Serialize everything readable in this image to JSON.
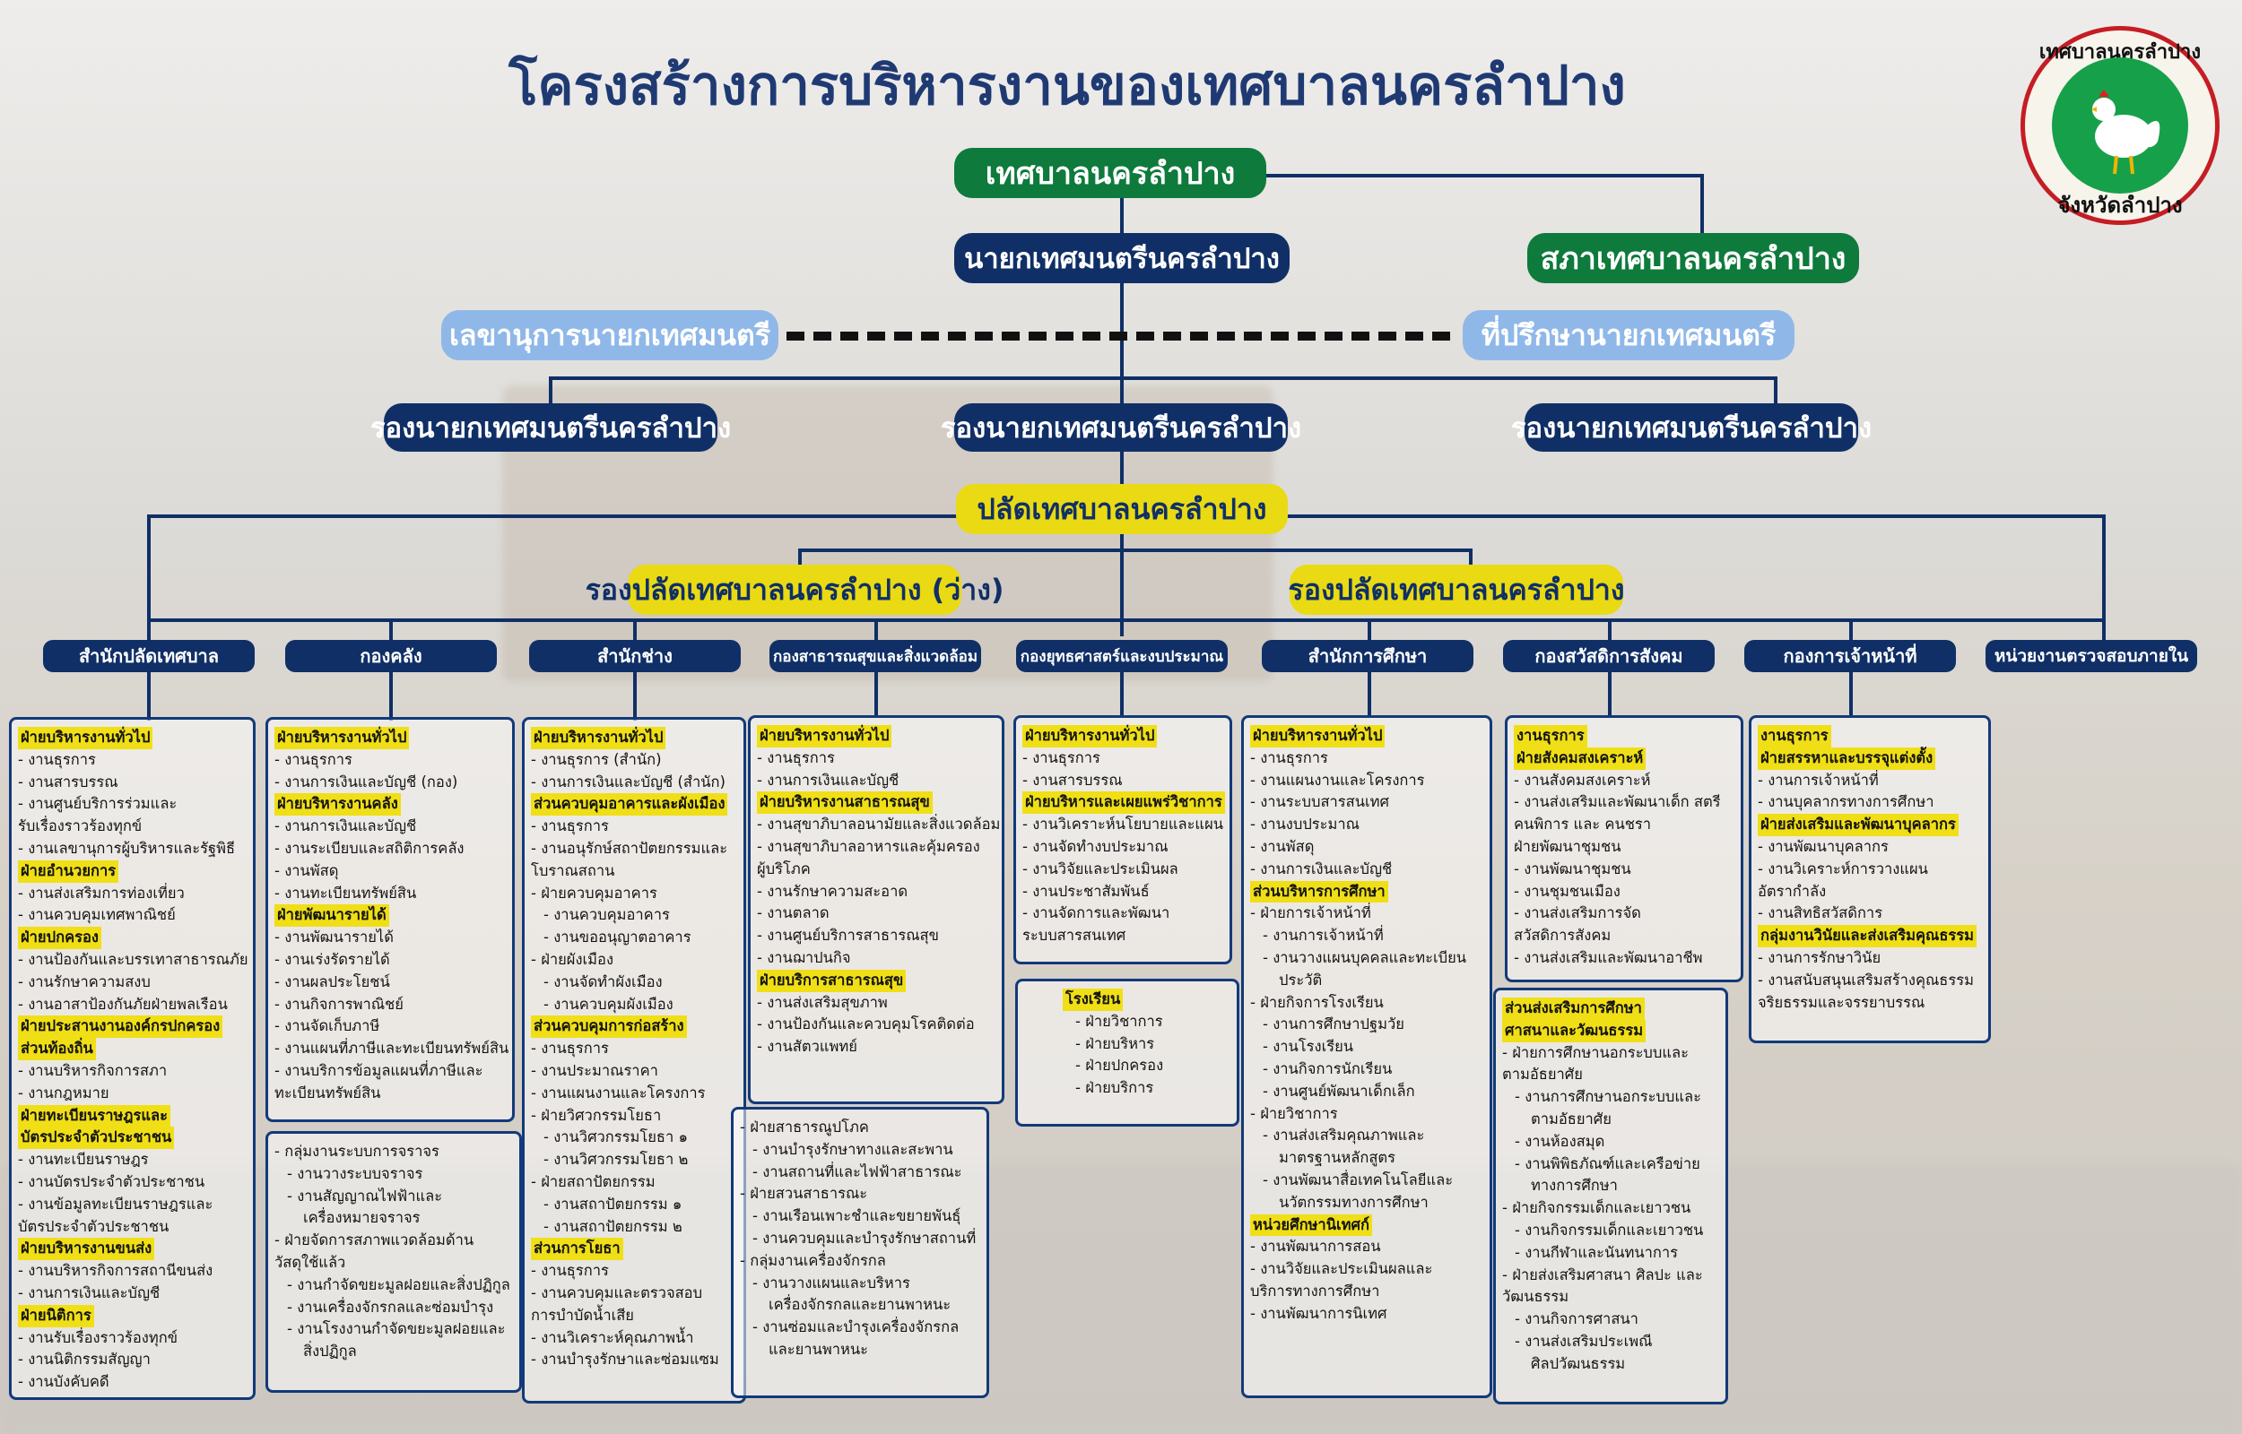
{
  "title": "โครงสร้างการบริหารงานของเทศบาลนครลำปาง",
  "logo": {
    "top_text": "เทศบาลนครลำปาง",
    "bottom_text": "จังหวัดลำปาง"
  },
  "top": {
    "municipality": "เทศบาลนครลำปาง",
    "mayor": "นายกเทศมนตรีนครลำปาง",
    "council": "สภาเทศบาลนครลำปาง",
    "secretary": "เลขานุการนายกเทศมนตรี",
    "advisor": "ที่ปรึกษานายกเทศมนตรี",
    "deputy_left": "รองนายกเทศมนตรีนครลำปาง",
    "deputy_mid": "รองนายกเทศมนตรีนครลำปาง",
    "deputy_right": "รองนายกเทศมนตรีนครลำปาง",
    "clerk": "ปลัดเทศบาลนครลำปาง",
    "deputy_clerk_left": "รองปลัดเทศบาลนครลำปาง (ว่าง)",
    "deputy_clerk_right": "รองปลัดเทศบาลนครลำปาง"
  },
  "departments": [
    "สำนักปลัดเทศบาล",
    "กองคลัง",
    "สำนักช่าง",
    "กองสาธารณสุขและสิ่งแวดล้อม",
    "กองยุทธศาสตร์และงบประมาณ",
    "สำนักการศึกษา",
    "กองสวัสดิการสังคม",
    "กองการเจ้าหน้าที่",
    "หน่วยงานตรวจสอบภายใน"
  ],
  "boxes": {
    "clerk_office": [
      {
        "t": "ฝ่ายบริหารงานทั่วไป",
        "h": 1
      },
      {
        "t": "- งานธุรการ"
      },
      {
        "t": "- งานสารบรรณ"
      },
      {
        "t": "- งานศูนย์บริการร่วมและ"
      },
      {
        "t": "  รับเรื่องราวร้องทุกข์"
      },
      {
        "t": "- งานเลขานุการผู้บริหารและรัฐพิธี"
      },
      {
        "t": "ฝ่ายอำนวยการ",
        "h": 1
      },
      {
        "t": "- งานส่งเสริมการท่องเที่ยว"
      },
      {
        "t": "- งานควบคุมเทศพาณิชย์"
      },
      {
        "t": "ฝ่ายปกครอง",
        "h": 1
      },
      {
        "t": "- งานป้องกันและบรรเทาสาธารณภัย"
      },
      {
        "t": "- งานรักษาความสงบ"
      },
      {
        "t": "- งานอาสาป้องกันภัยฝ่ายพลเรือน"
      },
      {
        "t": "ฝ่ายประสานงานองค์กรปกครอง",
        "h": 1
      },
      {
        "t": "ส่วนท้องถิ่น",
        "h": 1
      },
      {
        "t": "- งานบริหารกิจการสภา"
      },
      {
        "t": "- งานกฎหมาย"
      },
      {
        "t": "ฝ่ายทะเบียนราษฎรและ",
        "h": 1
      },
      {
        "t": "บัตรประจำตัวประชาชน",
        "h": 1
      },
      {
        "t": "- งานทะเบียนราษฎร"
      },
      {
        "t": "- งานบัตรประจำตัวประชาชน"
      },
      {
        "t": "- งานข้อมูลทะเบียนราษฎรและ"
      },
      {
        "t": "  บัตรประจำตัวประชาชน"
      },
      {
        "t": "ฝ่ายบริหารงานขนส่ง",
        "h": 1
      },
      {
        "t": "- งานบริหารกิจการสถานีขนส่ง"
      },
      {
        "t": "- งานการเงินและบัญชี"
      },
      {
        "t": "ฝ่ายนิติการ",
        "h": 1
      },
      {
        "t": "- งานรับเรื่องราวร้องทุกข์"
      },
      {
        "t": "- งานนิติกรรมสัญญา"
      },
      {
        "t": "- งานบังคับคดี"
      }
    ],
    "finance": [
      {
        "t": "ฝ่ายบริหารงานทั่วไป",
        "h": 1
      },
      {
        "t": "- งานธุรการ"
      },
      {
        "t": "- งานการเงินและบัญชี (กอง)"
      },
      {
        "t": "ฝ่ายบริหารงานคลัง",
        "h": 1
      },
      {
        "t": "- งานการเงินและบัญชี"
      },
      {
        "t": "- งานระเบียบและสถิติการคลัง"
      },
      {
        "t": "- งานพัสดุ"
      },
      {
        "t": "- งานทะเบียนทรัพย์สิน"
      },
      {
        "t": "ฝ่ายพัฒนารายได้",
        "h": 1
      },
      {
        "t": "- งานพัฒนารายได้"
      },
      {
        "t": "- งานเร่งรัดรายได้"
      },
      {
        "t": "- งานผลประโยชน์"
      },
      {
        "t": "- งานกิจการพาณิชย์"
      },
      {
        "t": "- งานจัดเก็บภาษี"
      },
      {
        "t": "- งานแผนที่ภาษีและทะเบียนทรัพย์สิน"
      },
      {
        "t": "- งานบริการข้อมูลแผนที่ภาษีและ"
      },
      {
        "t": "  ทะเบียนทรัพย์สิน"
      }
    ],
    "public_works": [
      {
        "t": "ฝ่ายบริหารงานทั่วไป",
        "h": 1
      },
      {
        "t": "- งานธุรการ (สำนัก)"
      },
      {
        "t": "- งานการเงินและบัญชี (สำนัก)"
      },
      {
        "t": "ส่วนควบคุมอาคารและผังเมือง",
        "h": 1
      },
      {
        "t": "- งานธุรการ"
      },
      {
        "t": "- งานอนุรักษ์สถาปัตยกรรมและ"
      },
      {
        "t": "  โบราณสถาน"
      },
      {
        "t": "- ฝ่ายควบคุมอาคาร"
      },
      {
        "t": "  - งานควบคุมอาคาร",
        "c": "in1"
      },
      {
        "t": "  - งานขออนุญาตอาคาร",
        "c": "in1"
      },
      {
        "t": "- ฝ่ายผังเมือง"
      },
      {
        "t": "  - งานจัดทำผังเมือง",
        "c": "in1"
      },
      {
        "t": "  - งานควบคุมผังเมือง",
        "c": "in1"
      },
      {
        "t": "ส่วนควบคุมการก่อสร้าง",
        "h": 1
      },
      {
        "t": "- งานธุรการ"
      },
      {
        "t": "- งานประมาณราคา"
      },
      {
        "t": "- งานแผนงานและโครงการ"
      },
      {
        "t": "- ฝ่ายวิศวกรรมโยธา"
      },
      {
        "t": "  - งานวิศวกรรมโยธา ๑",
        "c": "in1"
      },
      {
        "t": "  - งานวิศวกรรมโยธา ๒",
        "c": "in1"
      },
      {
        "t": "- ฝ่ายสถาปัตยกรรม"
      },
      {
        "t": "  - งานสถาปัตยกรรม ๑",
        "c": "in1"
      },
      {
        "t": "  - งานสถาปัตยกรรม ๒",
        "c": "in1"
      },
      {
        "t": "ส่วนการโยธา",
        "h": 1
      },
      {
        "t": "- งานธุรการ"
      },
      {
        "t": "- งานควบคุมและตรวจสอบ"
      },
      {
        "t": "  การบำบัดน้ำเสีย"
      },
      {
        "t": "- งานวิเคราะห์คุณภาพน้ำ"
      },
      {
        "t": "- งานบำรุงรักษาและซ่อมแซม"
      }
    ],
    "public_works_2": [
      {
        "t": "- ฝ่ายสาธารณูปโภค"
      },
      {
        "t": "  - งานบำรุงรักษาทางและสะพาน",
        "c": "in1"
      },
      {
        "t": "  - งานสถานที่และไฟฟ้าสาธารณะ",
        "c": "in1"
      },
      {
        "t": "- ฝ่ายสวนสาธารณะ"
      },
      {
        "t": "  - งานเรือนเพาะชำและขยายพันธุ์",
        "c": "in1"
      },
      {
        "t": "  - งานควบคุมและบำรุงรักษาสถานที่",
        "c": "in1"
      },
      {
        "t": "- กลุ่มงานเครื่องจักรกล"
      },
      {
        "t": "  - งานวางแผนและบริหาร",
        "c": "in1"
      },
      {
        "t": "    เครื่องจักรกลและยานพาหนะ",
        "c": "in2"
      },
      {
        "t": "  - งานซ่อมและบำรุงเครื่องจักรกล",
        "c": "in1"
      },
      {
        "t": "    และยานพาหนะ",
        "c": "in2"
      }
    ],
    "finance_2": [
      {
        "t": "- กลุ่มงานระบบการจราจร"
      },
      {
        "t": "  - งานวางระบบจราจร",
        "c": "in1"
      },
      {
        "t": "  - งานสัญญาณไฟฟ้าและ",
        "c": "in1"
      },
      {
        "t": "    เครื่องหมายจราจร",
        "c": "in2"
      },
      {
        "t": "- ฝ่ายจัดการสภาพแวดล้อมด้าน"
      },
      {
        "t": "  วัสดุใช้แล้ว"
      },
      {
        "t": "  - งานกำจัดขยะมูลฝอยและสิ่งปฏิกูล",
        "c": "in1"
      },
      {
        "t": "  - งานเครื่องจักรกลและซ่อมบำรุง",
        "c": "in1"
      },
      {
        "t": "  - งานโรงงานกำจัดขยะมูลฝอยและ",
        "c": "in1"
      },
      {
        "t": "    สิ่งปฏิกูล",
        "c": "in2"
      }
    ],
    "health": [
      {
        "t": "ฝ่ายบริหารงานทั่วไป",
        "h": 1
      },
      {
        "t": "- งานธุรการ"
      },
      {
        "t": "- งานการเงินและบัญชี"
      },
      {
        "t": "ฝ่ายบริหารงานสาธารณสุข",
        "h": 1
      },
      {
        "t": "- งานสุขาภิบาลอนามัยและสิ่งแวดล้อม"
      },
      {
        "t": "- งานสุขาภิบาลอาหารและคุ้มครอง"
      },
      {
        "t": "  ผู้บริโภค"
      },
      {
        "t": "- งานรักษาความสะอาด"
      },
      {
        "t": "- งานตลาด"
      },
      {
        "t": "- งานศูนย์บริการสาธารณสุข"
      },
      {
        "t": "- งานฌาปนกิจ"
      },
      {
        "t": "ฝ่ายบริการสาธารณสุข",
        "h": 1
      },
      {
        "t": "- งานส่งเสริมสุขภาพ"
      },
      {
        "t": "- งานป้องกันและควบคุมโรคติดต่อ"
      },
      {
        "t": "- งานสัตวแพทย์"
      }
    ],
    "strategy": [
      {
        "t": "ฝ่ายบริหารงานทั่วไป",
        "h": 1
      },
      {
        "t": "- งานธุรการ"
      },
      {
        "t": "- งานสารบรรณ"
      },
      {
        "t": "ฝ่ายบริหารและเผยแพร่วิชาการ",
        "h": 1
      },
      {
        "t": "- งานวิเคราะห์นโยบายและแผน"
      },
      {
        "t": "- งานจัดทำงบประมาณ"
      },
      {
        "t": "- งานวิจัยและประเมินผล"
      },
      {
        "t": "- งานประชาสัมพันธ์"
      },
      {
        "t": "- งานจัดการและพัฒนา"
      },
      {
        "t": "  ระบบสารสนเทศ"
      }
    ],
    "hospital": [
      {
        "t": "โรงเรียน",
        "h": 1
      },
      {
        "t": "- ฝ่ายวิชาการ",
        "c": "in1"
      },
      {
        "t": "- ฝ่ายบริหาร",
        "c": "in1"
      },
      {
        "t": "- ฝ่ายปกครอง",
        "c": "in1"
      },
      {
        "t": "- ฝ่ายบริการ",
        "c": "in1"
      }
    ],
    "education": [
      {
        "t": "ฝ่ายบริหารงานทั่วไป",
        "h": 1
      },
      {
        "t": "- งานธุรการ"
      },
      {
        "t": "- งานแผนงานและโครงการ"
      },
      {
        "t": "- งานระบบสารสนเทศ"
      },
      {
        "t": "- งานงบประมาณ"
      },
      {
        "t": "- งานพัสดุ"
      },
      {
        "t": "- งานการเงินและบัญชี"
      },
      {
        "t": "ส่วนบริหารการศึกษา",
        "h": 1
      },
      {
        "t": "- ฝ่ายการเจ้าหน้าที่"
      },
      {
        "t": "  - งานการเจ้าหน้าที่",
        "c": "in1"
      },
      {
        "t": "  - งานวางแผนบุคคลและทะเบียน",
        "c": "in1"
      },
      {
        "t": "    ประวัติ",
        "c": "in2"
      },
      {
        "t": "- ฝ่ายกิจการโรงเรียน"
      },
      {
        "t": "  - งานการศึกษาปฐมวัย",
        "c": "in1"
      },
      {
        "t": "  - งานโรงเรียน",
        "c": "in1"
      },
      {
        "t": "  - งานกิจการนักเรียน",
        "c": "in1"
      },
      {
        "t": "  - งานศูนย์พัฒนาเด็กเล็ก",
        "c": "in1"
      },
      {
        "t": "- ฝ่ายวิชาการ"
      },
      {
        "t": "  - งานส่งเสริมคุณภาพและ",
        "c": "in1"
      },
      {
        "t": "    มาตรฐานหลักสูตร",
        "c": "in2"
      },
      {
        "t": "  - งานพัฒนาสื่อเทคโนโลยีและ",
        "c": "in1"
      },
      {
        "t": "    นวัตกรรมทางการศึกษา",
        "c": "in2"
      },
      {
        "t": "หน่วยศึกษานิเทศก์",
        "h": 1
      },
      {
        "t": "- งานพัฒนาการสอน"
      },
      {
        "t": "- งานวิจัยและประเมินผลและ"
      },
      {
        "t": "  บริการทางการศึกษา"
      },
      {
        "t": "- งานพัฒนาการนิเทศ"
      }
    ],
    "education_2": [
      {
        "t": "ส่วนส่งเสริมการศึกษา",
        "h": 1
      },
      {
        "t": "ศาสนาและวัฒนธรรม",
        "h": 1
      },
      {
        "t": "- ฝ่ายการศึกษานอกระบบและ"
      },
      {
        "t": "  ตามอัธยาศัย"
      },
      {
        "t": "  - งานการศึกษานอกระบบและ",
        "c": "in1"
      },
      {
        "t": "    ตามอัธยาศัย",
        "c": "in2"
      },
      {
        "t": "  - งานห้องสมุด",
        "c": "in1"
      },
      {
        "t": "  - งานพิพิธภัณฑ์และเครือข่าย",
        "c": "in1"
      },
      {
        "t": "    ทางการศึกษา",
        "c": "in2"
      },
      {
        "t": "- ฝ่ายกิจกรรมเด็กและเยาวชน"
      },
      {
        "t": "  - งานกิจกรรมเด็กและเยาวชน",
        "c": "in1"
      },
      {
        "t": "  - งานกีฬาและนันทนาการ",
        "c": "in1"
      },
      {
        "t": "- ฝ่ายส่งเสริมศาสนา ศิลปะ และ"
      },
      {
        "t": "  วัฒนธรรม"
      },
      {
        "t": "  - งานกิจการศาสนา",
        "c": "in1"
      },
      {
        "t": "  - งานส่งเสริมประเพณี",
        "c": "in1"
      },
      {
        "t": "    ศิลปวัฒนธรรม",
        "c": "in2"
      }
    ],
    "welfare": [
      {
        "t": "งานธุรการ",
        "h": 1
      },
      {
        "t": "ฝ่ายสังคมสงเคราะห์",
        "h": 1
      },
      {
        "t": "- งานสังคมสงเคราะห์"
      },
      {
        "t": "- งานส่งเสริมและพัฒนาเด็ก สตรี"
      },
      {
        "t": "  คนพิการ และ คนชรา"
      },
      {
        "t": "ฝ่ายพัฒนาชุมชน"
      },
      {
        "t": "- งานพัฒนาชุมชน"
      },
      {
        "t": "- งานชุมชนเมือง"
      },
      {
        "t": "- งานส่งเสริมการจัด"
      },
      {
        "t": "  สวัสดิการสังคม"
      },
      {
        "t": "- งานส่งเสริมและพัฒนาอาชีพ"
      }
    ],
    "personnel": [
      {
        "t": "งานธุรการ",
        "h": 1
      },
      {
        "t": "ฝ่ายสรรหาและบรรจุแต่งตั้ง",
        "h": 1
      },
      {
        "t": "- งานการเจ้าหน้าที่"
      },
      {
        "t": "- งานบุคลากรทางการศึกษา"
      },
      {
        "t": "ฝ่ายส่งเสริมและพัฒนาบุคลากร",
        "h": 1
      },
      {
        "t": "- งานพัฒนาบุคลากร"
      },
      {
        "t": "- งานวิเคราะห์การวางแผน"
      },
      {
        "t": "  อัตรากำลัง"
      },
      {
        "t": "- งานสิทธิสวัสดิการ"
      },
      {
        "t": "กลุ่มงานวินัยและส่งเสริมคุณธรรม",
        "h": 1
      },
      {
        "t": "- งานการรักษาวินัย"
      },
      {
        "t": "- งานสนับสนุนเสริมสร้างคุณธรรม"
      },
      {
        "t": "  จริยธรรมและจรรยาบรรณ"
      }
    ]
  }
}
